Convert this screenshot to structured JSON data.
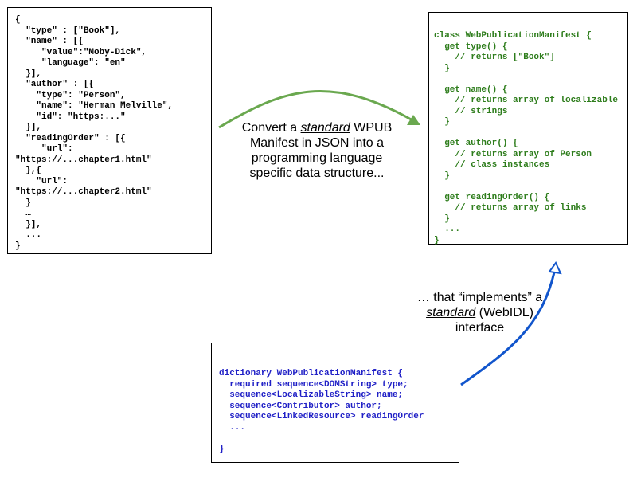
{
  "json_manifest": {
    "code": "{\n  \"type\" : [\"Book\"],\n  \"name\" : [{\n     \"value\":\"Moby-Dick\",\n     \"language\": \"en\"\n  }],\n  \"author\" : [{\n    \"type\": \"Person\",\n    \"name\": \"Herman Melville\",\n    \"id\": \"https:...\"\n  }],\n  \"readingOrder\" : [{\n     \"url\":\n\"https://...chapter1.html\"\n  },{\n    \"url\":\n\"https://...chapter2.html\"\n  }\n  …\n  }],\n  ...\n}"
  },
  "class_code": {
    "code": "class WebPublicationManifest {\n  get type() {\n    // returns [\"Book\"]\n  }\n\n  get name() {\n    // returns array of localizable\n    // strings\n  }\n\n  get author() {\n    // returns array of Person\n    // class instances\n  }\n\n  get readingOrder() {\n    // returns array of links\n  }\n  ...\n}",
    "color": "#2e7d1c"
  },
  "idl_code": {
    "code": "dictionary WebPublicationManifest {\n  required sequence<DOMString> type;\n  sequence<LocalizableString> name;\n  sequence<Contributor> author;\n  sequence<LinkedResource> readingOrder\n  ...\n\n}",
    "color": "#1f1fc6"
  },
  "caption_convert": {
    "before": "Convert a ",
    "emphasis": "standard",
    "after": " WPUB Manifest in JSON into a programming language specific data structure..."
  },
  "caption_implements": {
    "before": "… that “implements” a ",
    "emphasis": "standard",
    "after": " (WebIDL) interface"
  },
  "arrows": {
    "convert_color": "#6aa84f",
    "implements_color": "#1155cc"
  }
}
